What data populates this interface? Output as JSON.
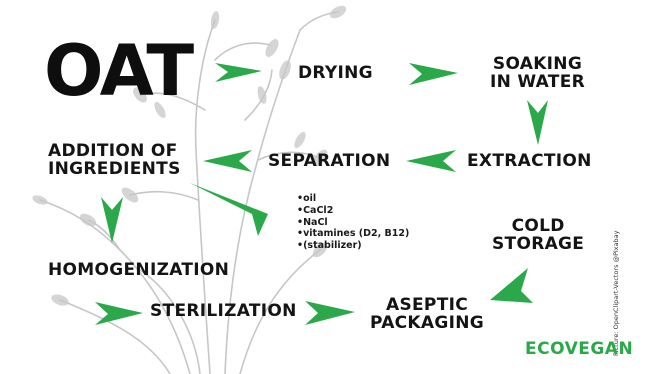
{
  "title": "OAT",
  "steps": {
    "drying": "DRYING",
    "soaking_line1": "SOAKING",
    "soaking_line2": "IN WATER",
    "extraction": "EXTRACTION",
    "separation": "SEPARATION",
    "addition_line1": "ADDITION OF",
    "addition_line2": "INGREDIENTS",
    "homogenization": "HOMOGENIZATION",
    "sterilization": "STERILIZATION",
    "aseptic_line1": "ASEPTIC",
    "aseptic_line2": "PACKAGING",
    "cold_line1": "COLD",
    "cold_line2": "STORAGE"
  },
  "ingredients": [
    "oil",
    "CaCl2",
    "NaCl",
    "vitamines (D2, B12)",
    "(stabilizer)"
  ],
  "credit": "Picture: OpenClipart-Vectors @Pixabay",
  "brand": {
    "text": "ECOVEGAN",
    "color": "#2aa84a"
  },
  "colors": {
    "arrow": "#2aa84a",
    "arrow_dark": "#1d8a3b",
    "text": "#141414",
    "plant": "#b9b9b9"
  }
}
